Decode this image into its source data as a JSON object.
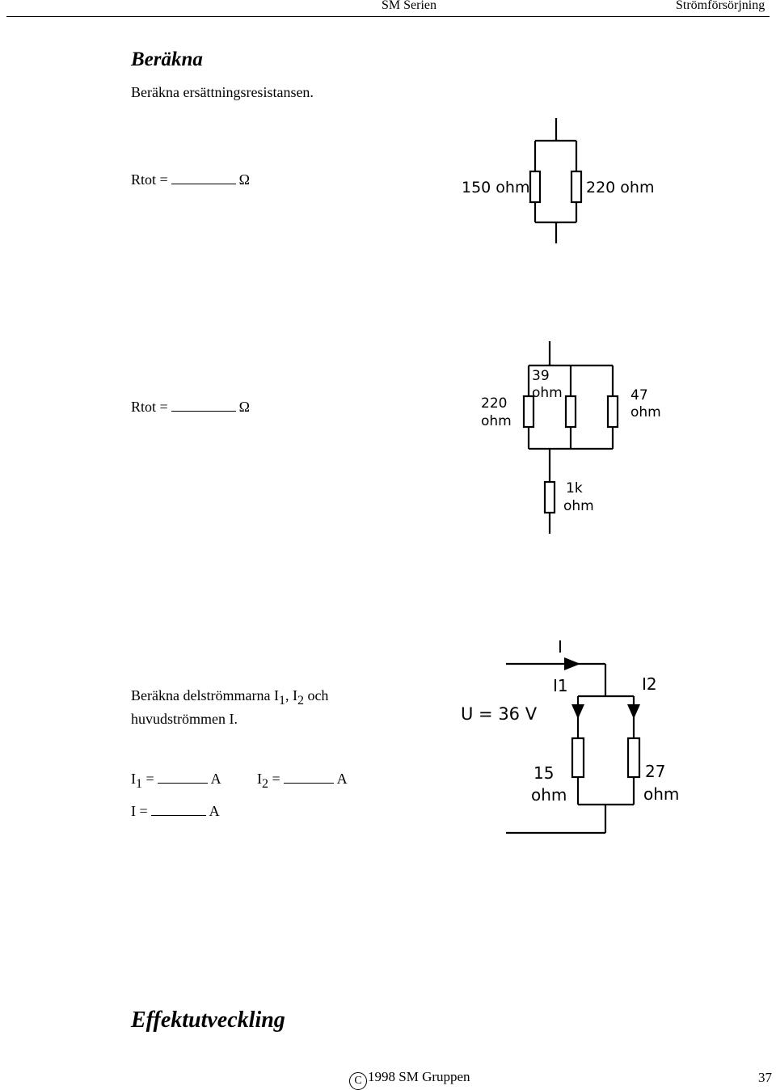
{
  "header": {
    "series": "SM Serien",
    "topic": "Strömförsörjning"
  },
  "section1": {
    "heading": "Beräkna",
    "intro": "Beräkna ersättningsresistansen."
  },
  "exercise1": {
    "answer_label": "Rtot =",
    "unit": "Ω",
    "circuit": {
      "r1_label": "150 ohm",
      "r2_label": "220 ohm"
    }
  },
  "exercise2": {
    "answer_label": "Rtot =",
    "unit": "Ω",
    "circuit": {
      "r_a_value": "220",
      "r_a_unit": "ohm",
      "r_b_value": "39",
      "r_b_unit": "ohm",
      "r_c_value": "47",
      "r_c_unit": "ohm",
      "r_series_value": "1k",
      "r_series_unit": "ohm"
    }
  },
  "exercise3": {
    "question_start": "Beräkna delströmmarna",
    "i_letter": "I",
    "i1_sub": "1",
    "comma": ",",
    "i2_sub": "2",
    "question_och": "och",
    "question_line2": "huvudströmmen I.",
    "answer_i1_label": "I",
    "answer_i1_sub": "1",
    "equals": "=",
    "unit": "A",
    "answer_i2_label": "I",
    "answer_i2_sub": "2",
    "answer_i_label": "I =",
    "circuit": {
      "main_current": "I",
      "branch1_current": "I1",
      "branch2_current": "I2",
      "voltage": "U = 36 V",
      "r1_value": "15",
      "r1_unit": "ohm",
      "r2_value": "27",
      "r2_unit": "ohm"
    }
  },
  "section2": {
    "heading": "Effektutveckling"
  },
  "footer": {
    "copyright_symbol": "C",
    "copyright": "1998 SM Gruppen",
    "page_number": "37"
  }
}
